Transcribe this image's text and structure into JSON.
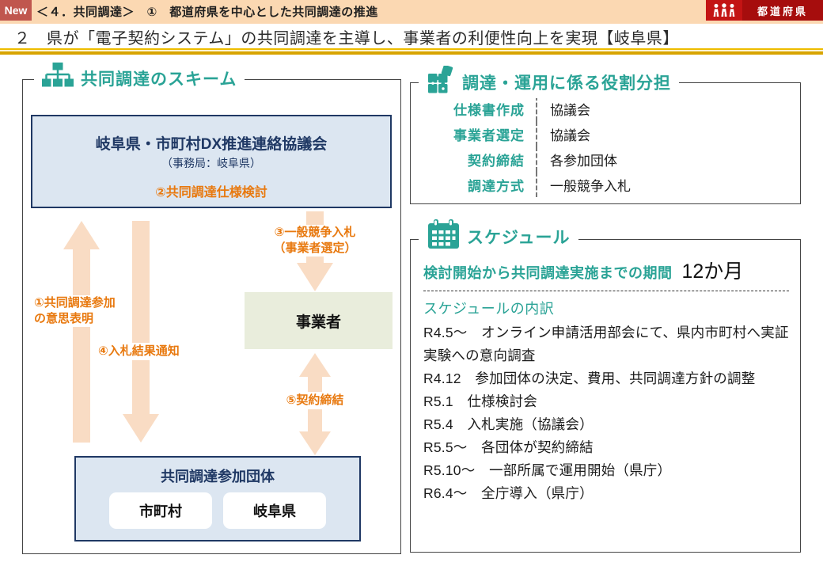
{
  "header": {
    "new_badge": "New",
    "title": "＜４．共同調達＞　①　都道府県を中心とした共同調達の推進",
    "category_badge": "都道府県",
    "subtitle": "２　県が「電子契約システム」の共同調達を主導し、事業者の利便性向上を実現【岐阜県】"
  },
  "colors": {
    "teal_accent": "#2aa396",
    "navy": "#1f3864",
    "orange": "#e8790f",
    "arrow_peach": "#f9dcc4",
    "header_band": "#fbd8b2",
    "box_blue": "#dce6f1",
    "box_green": "#e9eddc",
    "badge_red": "#a60d0d"
  },
  "scheme": {
    "panel_title": "共同調達のスキーム",
    "council_box": {
      "title": "岐阜県・市町村DX推進連絡協議会",
      "subtitle": "（事務局：岐阜県）",
      "step": "②共同調達仕様検討"
    },
    "vendor_box": "事業者",
    "participants_box": {
      "title": "共同調達参加団体",
      "members": [
        "市町村",
        "岐阜県"
      ]
    },
    "labels": {
      "step1_line1": "①共同調達参加",
      "step1_line2": "の意思表明",
      "step3_line1": "③一般競争入札",
      "step3_line2": "（事業者選定）",
      "step4": "④入札結果通知",
      "step5": "⑤契約締結"
    }
  },
  "roles": {
    "panel_title": "調達・運用に係る役割分担",
    "rows": [
      {
        "label": "仕様書作成",
        "value": "協議会"
      },
      {
        "label": "事業者選定",
        "value": "協議会"
      },
      {
        "label": "契約締結",
        "value": "各参加団体"
      },
      {
        "label": "調達方式",
        "value": "一般競争入札"
      }
    ]
  },
  "schedule": {
    "panel_title": "スケジュール",
    "period_label": "検討開始から共同調達実施までの期間",
    "period_value": "12か月",
    "breakdown_title": "スケジュールの内訳",
    "items": [
      "R4.5～　オンライン申請活用部会にて、県内市町村へ実証実験への意向調査",
      "R4.12　参加団体の決定、費用、共同調達方針の調整",
      "R5.1　仕様検討会",
      "R5.4　入札実施（協議会）",
      "R5.5～　各団体が契約締結",
      "R5.10～　一部所属で運用開始（県庁）",
      "R6.4～　全庁導入（県庁）"
    ]
  }
}
